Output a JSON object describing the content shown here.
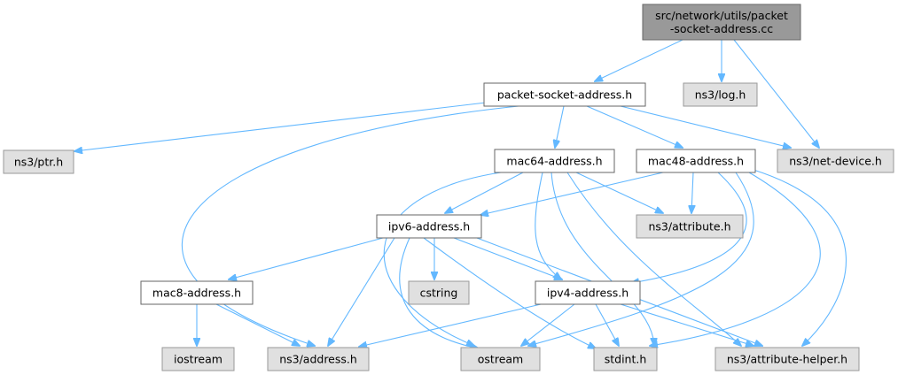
{
  "colors": {
    "root_fill": "#999999",
    "user_fill": "#ffffff",
    "system_fill": "#e0e0e0",
    "border_dark": "#666666",
    "border_system": "#999999",
    "edge": "#63b8ff",
    "text": "#000000"
  },
  "nodes": [
    {
      "id": "root",
      "lines": [
        "src/network/utils/packet",
        "-socket-address.cc"
      ],
      "kind": "root"
    },
    {
      "id": "packet_socket_address_h",
      "lines": [
        "packet-socket-address.h"
      ],
      "kind": "user"
    },
    {
      "id": "ns3_log_h",
      "lines": [
        "ns3/log.h"
      ],
      "kind": "system"
    },
    {
      "id": "ns3_ptr_h",
      "lines": [
        "ns3/ptr.h"
      ],
      "kind": "system"
    },
    {
      "id": "mac64_address_h",
      "lines": [
        "mac64-address.h"
      ],
      "kind": "user"
    },
    {
      "id": "mac48_address_h",
      "lines": [
        "mac48-address.h"
      ],
      "kind": "user"
    },
    {
      "id": "ns3_net_device_h",
      "lines": [
        "ns3/net-device.h"
      ],
      "kind": "system"
    },
    {
      "id": "ipv6_address_h",
      "lines": [
        "ipv6-address.h"
      ],
      "kind": "user"
    },
    {
      "id": "ns3_attribute_h",
      "lines": [
        "ns3/attribute.h"
      ],
      "kind": "system"
    },
    {
      "id": "mac8_address_h",
      "lines": [
        "mac8-address.h"
      ],
      "kind": "user"
    },
    {
      "id": "cstring",
      "lines": [
        "cstring"
      ],
      "kind": "system"
    },
    {
      "id": "ipv4_address_h",
      "lines": [
        "ipv4-address.h"
      ],
      "kind": "user"
    },
    {
      "id": "iostream",
      "lines": [
        "iostream"
      ],
      "kind": "system"
    },
    {
      "id": "ns3_address_h",
      "lines": [
        "ns3/address.h"
      ],
      "kind": "system"
    },
    {
      "id": "ostream",
      "lines": [
        "ostream"
      ],
      "kind": "system"
    },
    {
      "id": "stdint_h",
      "lines": [
        "stdint.h"
      ],
      "kind": "system"
    },
    {
      "id": "ns3_attribute_helper_h",
      "lines": [
        "ns3/attribute-helper.h"
      ],
      "kind": "system"
    }
  ],
  "edges": [
    {
      "from": "root",
      "to": "packet_socket_address_h"
    },
    {
      "from": "root",
      "to": "ns3_log_h"
    },
    {
      "from": "root",
      "to": "ns3_net_device_h"
    },
    {
      "from": "packet_socket_address_h",
      "to": "ns3_ptr_h"
    },
    {
      "from": "packet_socket_address_h",
      "to": "mac64_address_h"
    },
    {
      "from": "packet_socket_address_h",
      "to": "mac48_address_h"
    },
    {
      "from": "packet_socket_address_h",
      "to": "ns3_net_device_h"
    },
    {
      "from": "packet_socket_address_h",
      "to": "ns3_address_h"
    },
    {
      "from": "mac64_address_h",
      "to": "ipv6_address_h"
    },
    {
      "from": "mac64_address_h",
      "to": "ns3_attribute_h"
    },
    {
      "from": "mac64_address_h",
      "to": "ipv4_address_h"
    },
    {
      "from": "mac64_address_h",
      "to": "ostream"
    },
    {
      "from": "mac64_address_h",
      "to": "stdint_h"
    },
    {
      "from": "mac64_address_h",
      "to": "ns3_attribute_helper_h"
    },
    {
      "from": "mac48_address_h",
      "to": "ipv6_address_h"
    },
    {
      "from": "mac48_address_h",
      "to": "ns3_attribute_h"
    },
    {
      "from": "mac48_address_h",
      "to": "ipv4_address_h"
    },
    {
      "from": "mac48_address_h",
      "to": "ostream"
    },
    {
      "from": "mac48_address_h",
      "to": "stdint_h"
    },
    {
      "from": "mac48_address_h",
      "to": "ns3_attribute_helper_h"
    },
    {
      "from": "ipv6_address_h",
      "to": "mac8_address_h"
    },
    {
      "from": "ipv6_address_h",
      "to": "cstring"
    },
    {
      "from": "ipv6_address_h",
      "to": "ipv4_address_h"
    },
    {
      "from": "ipv6_address_h",
      "to": "ns3_address_h"
    },
    {
      "from": "ipv6_address_h",
      "to": "ostream"
    },
    {
      "from": "ipv6_address_h",
      "to": "stdint_h"
    },
    {
      "from": "ipv6_address_h",
      "to": "ns3_attribute_helper_h"
    },
    {
      "from": "mac8_address_h",
      "to": "iostream"
    },
    {
      "from": "mac8_address_h",
      "to": "ns3_address_h"
    },
    {
      "from": "ipv4_address_h",
      "to": "ns3_address_h"
    },
    {
      "from": "ipv4_address_h",
      "to": "ostream"
    },
    {
      "from": "ipv4_address_h",
      "to": "stdint_h"
    },
    {
      "from": "ipv4_address_h",
      "to": "ns3_attribute_helper_h"
    }
  ]
}
